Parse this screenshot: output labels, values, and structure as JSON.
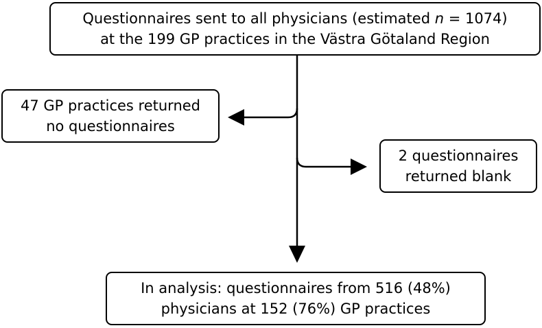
{
  "nodes": {
    "sent": {
      "line1_pre": "Questionnaires sent to all physicians (estimated ",
      "line1_n": "n",
      "line1_post": " = 1074)",
      "line2": "at the 199 GP practices in the Västra Götaland Region"
    },
    "no_return": {
      "line1": "47 GP practices returned",
      "line2": "no questionnaires"
    },
    "blank": {
      "line1": "2 questionnaires",
      "line2": "returned blank"
    },
    "analysis": {
      "line1": "In analysis: questionnaires from 516 (48%)",
      "line2": "physicians at 152 (76%) GP practices"
    }
  },
  "edges": [
    {
      "from": "sent",
      "to": "no_return"
    },
    {
      "from": "sent",
      "to": "blank"
    },
    {
      "from": "sent",
      "to": "analysis"
    }
  ],
  "colors": {
    "stroke": "#000000",
    "background": "#ffffff"
  }
}
